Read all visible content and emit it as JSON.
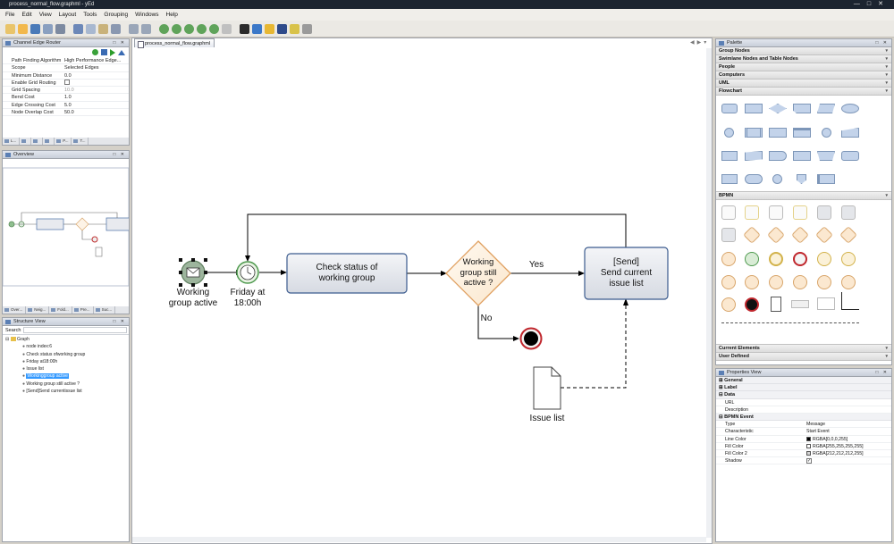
{
  "window": {
    "title": "process_normal_flow.graphml - yEd"
  },
  "menu": [
    "File",
    "Edit",
    "View",
    "Layout",
    "Tools",
    "Grouping",
    "Windows",
    "Help"
  ],
  "router_panel": {
    "title": "Channel Edge Router",
    "rows": [
      {
        "key": "Path Finding Algorithm",
        "value": "High Performance Edge..."
      },
      {
        "key": "Scope",
        "value": "Selected Edges"
      },
      {
        "key": "Minimum Distance",
        "value": "0.0"
      },
      {
        "key": "Enable Grid Routing",
        "value": ""
      },
      {
        "key": "Grid Spacing",
        "value": "10.0"
      },
      {
        "key": "Bend Cost",
        "value": "1.0"
      },
      {
        "key": "Edge Crossing Cost",
        "value": "5.0"
      },
      {
        "key": "Node Overlap Cost",
        "value": "50.0"
      }
    ],
    "tabs": [
      "L...",
      "",
      "",
      "",
      "P...",
      "T..."
    ]
  },
  "overview_panel": {
    "title": "Overview"
  },
  "overview_tabs": [
    "Over...",
    "Neig...",
    "Fold...",
    "Pre...",
    "Suc..."
  ],
  "structure_panel": {
    "title": "Structure View",
    "search_label": "Search",
    "root": "Graph",
    "items": [
      "node index:6",
      "Check status ofworking group",
      "Friday at18:00h",
      "Issue list",
      "Workinggroup active",
      "Working group still active ?",
      "[Send]Send currentissue list"
    ],
    "selected_index": 4
  },
  "document_tab": "process_normal_flow.graphml",
  "diagram": {
    "start_event_label": "Working\ngroup active",
    "timer_label": "Friday at\n18:00h",
    "task_check": "Check status of\nworking group",
    "gateway_label": "Working\ngroup still\nactive ?",
    "edge_yes": "Yes",
    "edge_no": "No",
    "task_send": "[Send]\nSend current\nissue list",
    "doc_label": "Issue list"
  },
  "palette": {
    "title": "Palette",
    "sections_top": [
      "Group Nodes",
      "Swimlane Nodes and Table Nodes",
      "People",
      "Computers",
      "UML",
      "Flowchart"
    ],
    "bpmn_section": "BPMN",
    "sections_bottom": [
      "Current Elements",
      "User Defined"
    ]
  },
  "properties": {
    "title": "Properties View",
    "groups": [
      "General",
      "Label",
      "Data"
    ],
    "data_rows": [
      {
        "key": "URL",
        "value": ""
      },
      {
        "key": "Description",
        "value": ""
      }
    ],
    "bpmn_group": "BPMN Event",
    "bpmn_rows": [
      {
        "key": "Type",
        "value": "Message",
        "swatch": ""
      },
      {
        "key": "Characteristic",
        "value": "Start Event",
        "swatch": ""
      },
      {
        "key": "Line Color",
        "value": "RGBA[0,0,0,255]",
        "swatch": "#000000"
      },
      {
        "key": "Fill Color",
        "value": "RGBA[255,255,255,255]",
        "swatch": "#ffffff"
      },
      {
        "key": "Fill Color 2",
        "value": "RGBA[212,212,212,255]",
        "swatch": "#d4d4d4"
      },
      {
        "key": "Shadow",
        "value": "",
        "swatch": ""
      }
    ]
  }
}
